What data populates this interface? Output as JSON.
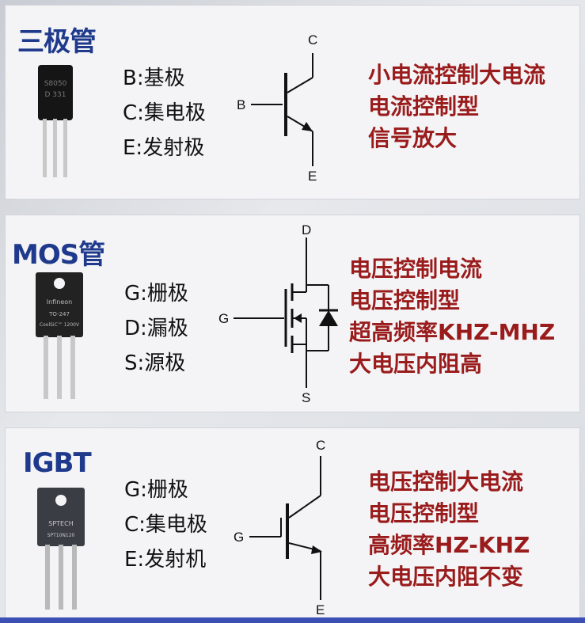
{
  "sections": [
    {
      "title": "三极管",
      "pins": [
        "B:基极",
        "C:集电极",
        "E:发射极"
      ],
      "features": [
        "小电流控制大电流",
        "电流控制型",
        "信号放大"
      ],
      "terminals": {
        "top": "C",
        "left": "B",
        "bottom": "E"
      },
      "package_marking": [
        "S8050",
        "D 331"
      ]
    },
    {
      "title": "MOS管",
      "pins": [
        "G:栅极",
        "D:漏极",
        "S:源极"
      ],
      "features": [
        "电压控制电流",
        "电压控制型",
        "超高频率KHZ-MHZ",
        "大电压内阻高"
      ],
      "terminals": {
        "top": "D",
        "left": "G",
        "bottom": "S"
      },
      "package_marking": [
        "Infineon",
        "TO-247",
        "CoolSiC™ 1200V"
      ]
    },
    {
      "title": "IGBT",
      "pins": [
        "G:栅极",
        "C:集电极",
        "E:发射机"
      ],
      "features": [
        "电压控制大电流",
        "电压控制型",
        "高频率HZ-KHZ",
        "大电压内阻不变"
      ],
      "terminals": {
        "top": "C",
        "left": "G",
        "bottom": "E"
      },
      "package_marking": [
        "SPTECH",
        "SPT10N120"
      ]
    }
  ],
  "colors": {
    "title": "#1f3a8c",
    "feature": "#9a1b1b",
    "text": "#111111"
  }
}
